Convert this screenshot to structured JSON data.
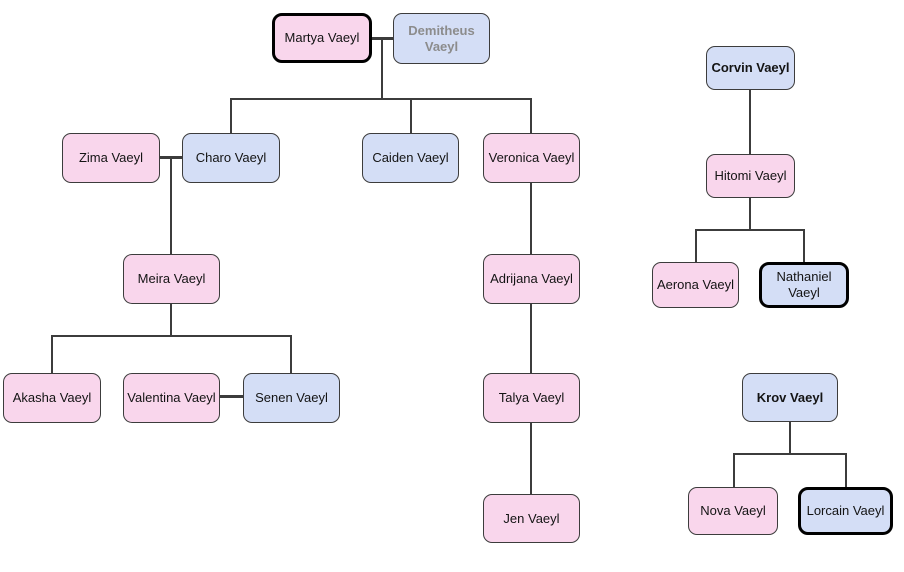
{
  "diagram": {
    "type": "family-tree",
    "family_name": "Vaeyl"
  },
  "palette": {
    "canvas_bg": "#ffffff",
    "female_fill": "#f9d6ec",
    "male_fill": "#d4def6",
    "node_border": "#3c3c3c",
    "emphasis_border": "#000000",
    "line_color": "#3c3c3c",
    "deceased_text": "#8c8c8c",
    "text_color": "#141414"
  },
  "nodes": [
    {
      "label": "Martya Vaeyl",
      "color": "pink",
      "emphasized": true,
      "bold": false,
      "deceased": false
    },
    {
      "label": "Demitheus Vaeyl",
      "color": "blue",
      "emphasized": false,
      "bold": true,
      "deceased": true
    },
    {
      "label": "Zima Vaeyl",
      "color": "pink",
      "emphasized": false,
      "bold": false,
      "deceased": false
    },
    {
      "label": "Charo Vaeyl",
      "color": "blue",
      "emphasized": false,
      "bold": false,
      "deceased": false
    },
    {
      "label": "Caiden Vaeyl",
      "color": "blue",
      "emphasized": false,
      "bold": false,
      "deceased": false
    },
    {
      "label": "Veronica Vaeyl",
      "color": "pink",
      "emphasized": false,
      "bold": false,
      "deceased": false
    },
    {
      "label": "Meira Vaeyl",
      "color": "pink",
      "emphasized": false,
      "bold": false,
      "deceased": false
    },
    {
      "label": "Akasha Vaeyl",
      "color": "pink",
      "emphasized": false,
      "bold": false,
      "deceased": false
    },
    {
      "label": "Valentina Vaeyl",
      "color": "pink",
      "emphasized": false,
      "bold": false,
      "deceased": false
    },
    {
      "label": "Senen Vaeyl",
      "color": "blue",
      "emphasized": false,
      "bold": false,
      "deceased": false
    },
    {
      "label": "Adrijana Vaeyl",
      "color": "pink",
      "emphasized": false,
      "bold": false,
      "deceased": false
    },
    {
      "label": "Talya Vaeyl",
      "color": "pink",
      "emphasized": false,
      "bold": false,
      "deceased": false
    },
    {
      "label": "Jen Vaeyl",
      "color": "pink",
      "emphasized": false,
      "bold": false,
      "deceased": false
    },
    {
      "label": "Corvin Vaeyl",
      "color": "blue",
      "emphasized": false,
      "bold": true,
      "deceased": false
    },
    {
      "label": "Hitomi Vaeyl",
      "color": "pink",
      "emphasized": false,
      "bold": false,
      "deceased": false
    },
    {
      "label": "Aerona Vaeyl",
      "color": "pink",
      "emphasized": false,
      "bold": false,
      "deceased": false
    },
    {
      "label": "Nathaniel Vaeyl",
      "color": "blue",
      "emphasized": true,
      "bold": false,
      "deceased": false
    },
    {
      "label": "Krov Vaeyl",
      "color": "blue",
      "emphasized": false,
      "bold": true,
      "deceased": false
    },
    {
      "label": "Nova Vaeyl",
      "color": "pink",
      "emphasized": false,
      "bold": false,
      "deceased": false
    },
    {
      "label": "Lorcain Vaeyl",
      "color": "blue",
      "emphasized": false,
      "bold": false,
      "deceased": false
    }
  ],
  "unions": [
    {
      "partners": [
        "Martya Vaeyl",
        "Demitheus Vaeyl"
      ],
      "children": [
        "Charo Vaeyl",
        "Caiden Vaeyl",
        "Veronica Vaeyl"
      ]
    },
    {
      "partners": [
        "Zima Vaeyl",
        "Charo Vaeyl"
      ],
      "children": [
        "Meira Vaeyl"
      ]
    },
    {
      "partners": [
        "Meira Vaeyl"
      ],
      "children": [
        "Akasha Vaeyl",
        "Senen Vaeyl"
      ]
    },
    {
      "partners": [
        "Valentina Vaeyl",
        "Senen Vaeyl"
      ],
      "children": []
    },
    {
      "partners": [
        "Veronica Vaeyl"
      ],
      "children": [
        "Adrijana Vaeyl"
      ]
    },
    {
      "partners": [
        "Adrijana Vaeyl"
      ],
      "children": [
        "Talya Vaeyl"
      ]
    },
    {
      "partners": [
        "Talya Vaeyl"
      ],
      "children": [
        "Jen Vaeyl"
      ]
    },
    {
      "partners": [
        "Corvin Vaeyl"
      ],
      "children": [
        "Hitomi Vaeyl"
      ]
    },
    {
      "partners": [
        "Hitomi Vaeyl"
      ],
      "children": [
        "Aerona Vaeyl",
        "Nathaniel Vaeyl"
      ]
    },
    {
      "partners": [
        "Krov Vaeyl"
      ],
      "children": [
        "Nova Vaeyl",
        "Lorcain Vaeyl"
      ]
    }
  ]
}
